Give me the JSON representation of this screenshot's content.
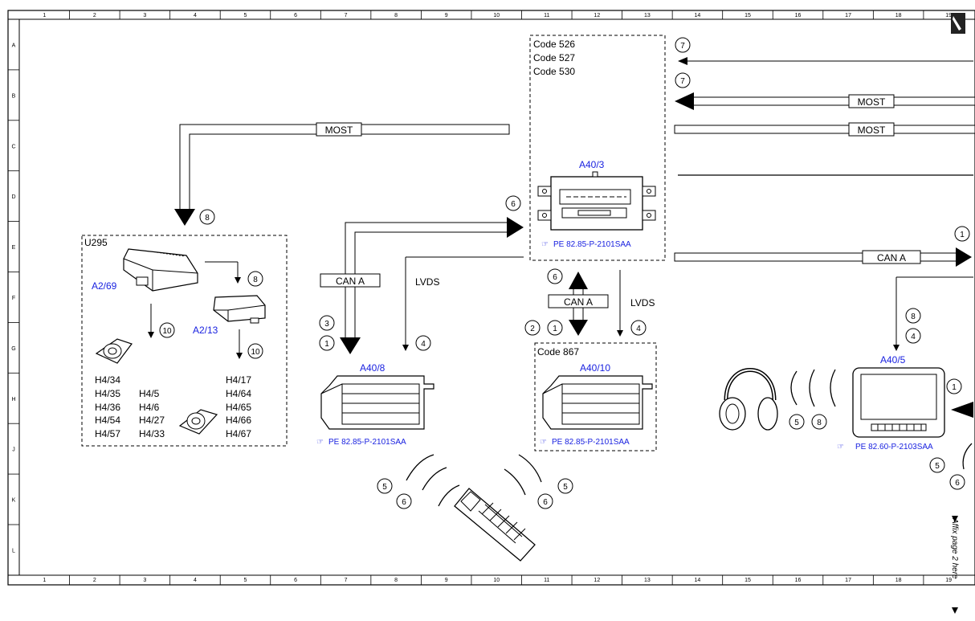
{
  "grid": {
    "columns": [
      "1",
      "2",
      "3",
      "4",
      "5",
      "6",
      "7",
      "8",
      "9",
      "10",
      "11",
      "12",
      "13",
      "14",
      "15",
      "16",
      "17",
      "18",
      "19"
    ],
    "rows": [
      "A",
      "B",
      "C",
      "D",
      "E",
      "F",
      "G",
      "H",
      "J",
      "K",
      "L"
    ]
  },
  "side_note": "Affix page 2 here",
  "blocks": {
    "codes_top": [
      "Code 526",
      "Code 527",
      "Code 530"
    ],
    "code_867": "Code 867",
    "u295": "U295"
  },
  "components": {
    "a40_3": "A40/3",
    "a40_8": "A40/8",
    "a40_10": "A40/10",
    "a40_5": "A40/5",
    "a2_69": "A2/69",
    "a2_13": "A2/13"
  },
  "refs": {
    "a40_3": "PE 82.85-P-2101SAA",
    "a40_8": "PE 82.85-P-2101SAA",
    "a40_10": "PE 82.85-P-2101SAA",
    "a40_5": "PE 82.60-P-2103SAA"
  },
  "bus_labels": {
    "most": "MOST",
    "can_a": "CAN A",
    "lvds": "LVDS"
  },
  "speakers": {
    "left_col": [
      "H4/34",
      "H4/35",
      "H4/36",
      "H4/54",
      "H4/57"
    ],
    "mid_col": [
      "H4/5",
      "H4/6",
      "H4/27",
      "H4/33"
    ],
    "right_col": [
      "H4/17",
      "H4/64",
      "H4/65",
      "H4/66",
      "H4/67"
    ]
  },
  "callouts": {
    "n1": "1",
    "n2": "2",
    "n3": "3",
    "n4": "4",
    "n5": "5",
    "n6": "6",
    "n7": "7",
    "n8": "8",
    "n10": "10"
  }
}
